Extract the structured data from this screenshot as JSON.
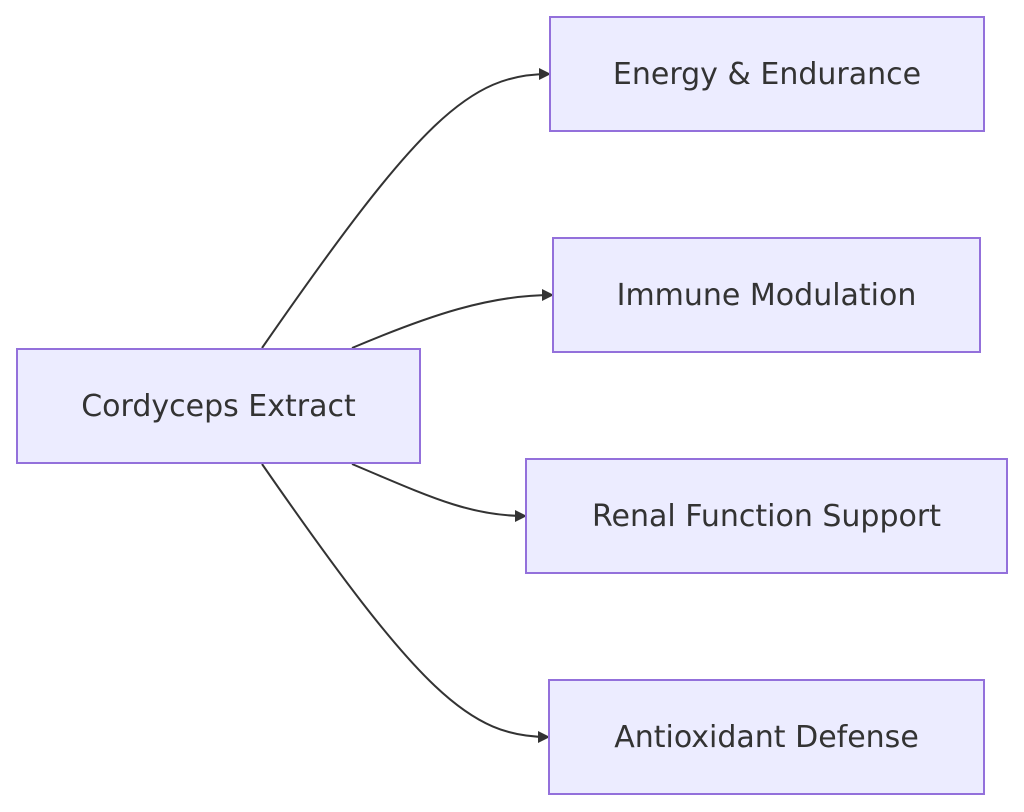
{
  "diagram": {
    "source": {
      "label": "Cordyceps Extract"
    },
    "targets": [
      {
        "label": "Energy & Endurance"
      },
      {
        "label": "Immune Modulation"
      },
      {
        "label": "Renal Function Support"
      },
      {
        "label": "Antioxidant Defense"
      }
    ],
    "colors": {
      "node_fill": "#ececff",
      "node_border": "#9370db",
      "edge": "#333333",
      "text": "#333333"
    }
  }
}
